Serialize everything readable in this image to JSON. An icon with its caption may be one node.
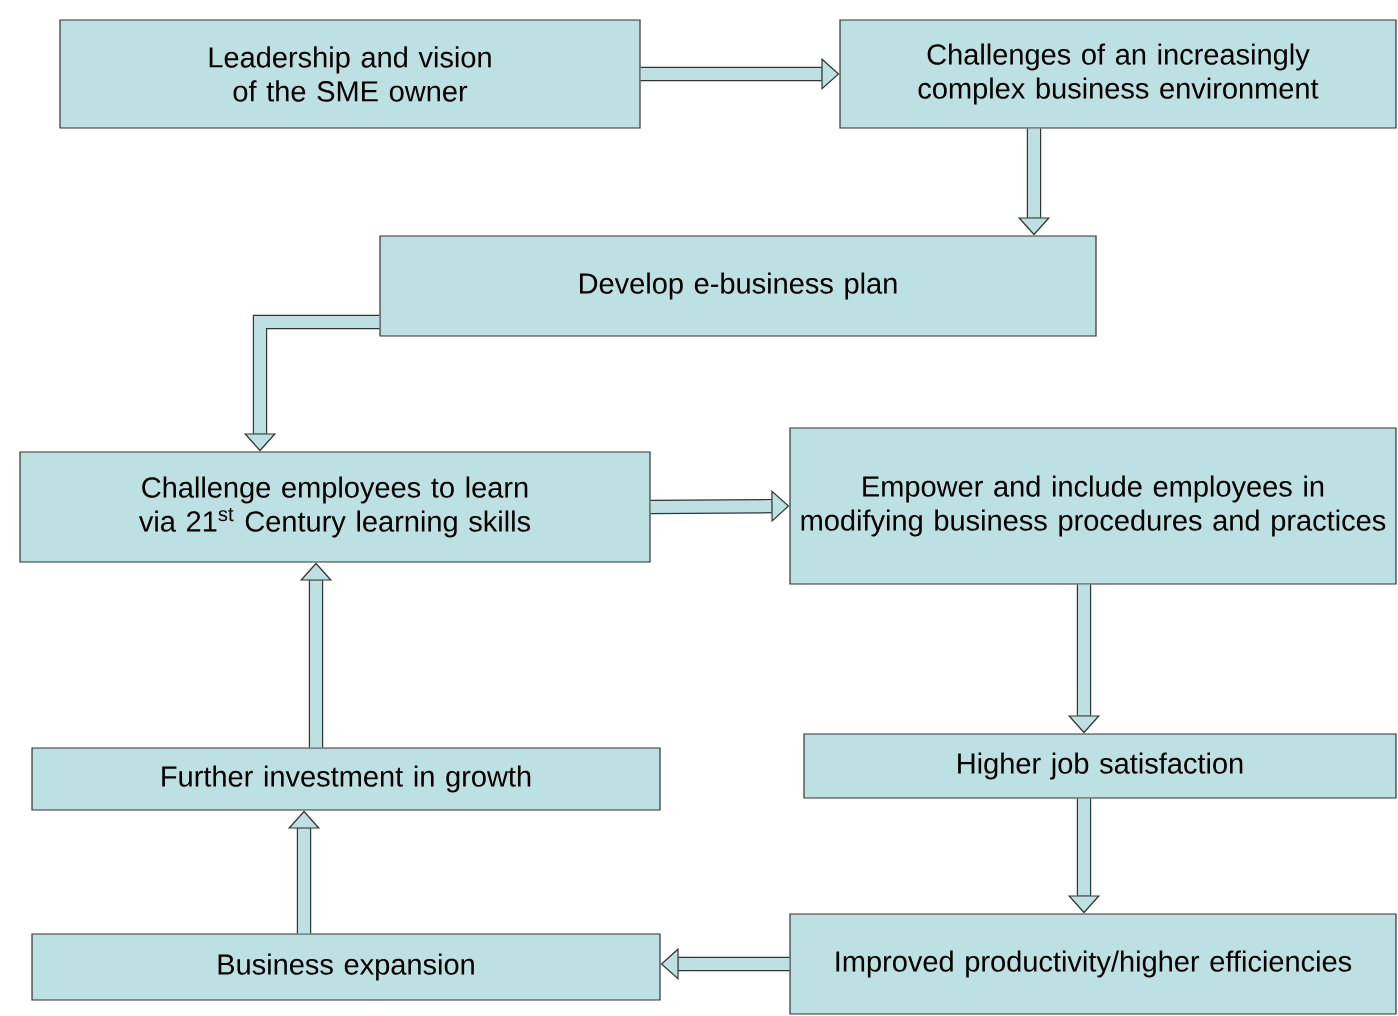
{
  "diagram": {
    "nodes": [
      {
        "text": [
          "Leadership and vision of the SME owner"
        ]
      },
      {
        "text": [
          "Challenges of an increasingly complex business environment"
        ]
      },
      {
        "text": [
          "Develop e-business plan"
        ]
      },
      {
        "text": [
          "Challenge employees to learn via 21$^{st}$ Century learning skills"
        ]
      },
      {
        "text": [
          "Empower and include employees in modifying business procedures and practices"
        ]
      },
      {
        "text": [
          "Higher job satisfaction"
        ]
      },
      {
        "text": [
          "Improved productivity/higher efficiencies"
        ]
      },
      {
        "text": [
          "Business expansion"
        ]
      },
      {
        "text": [
          "Further investment in growth"
        ]
      }
    ],
    "edges": [
      {
        "from": 0,
        "to": 1,
        "arrow": "to"
      },
      {
        "from": 1,
        "to": 2,
        "arrow": "to"
      },
      {
        "from": 2,
        "to": 3,
        "arrow": "to"
      },
      {
        "from": 3,
        "to": 4,
        "arrow": "to"
      },
      {
        "from": 4,
        "to": 5,
        "arrow": "to"
      },
      {
        "from": 5,
        "to": 6,
        "arrow": "to"
      },
      {
        "from": 6,
        "to": 7,
        "arrow": "to"
      },
      {
        "from": 7,
        "to": 8,
        "arrow": "to"
      },
      {
        "from": 8,
        "to": 3,
        "arrow": "to"
      }
    ]
  }
}
